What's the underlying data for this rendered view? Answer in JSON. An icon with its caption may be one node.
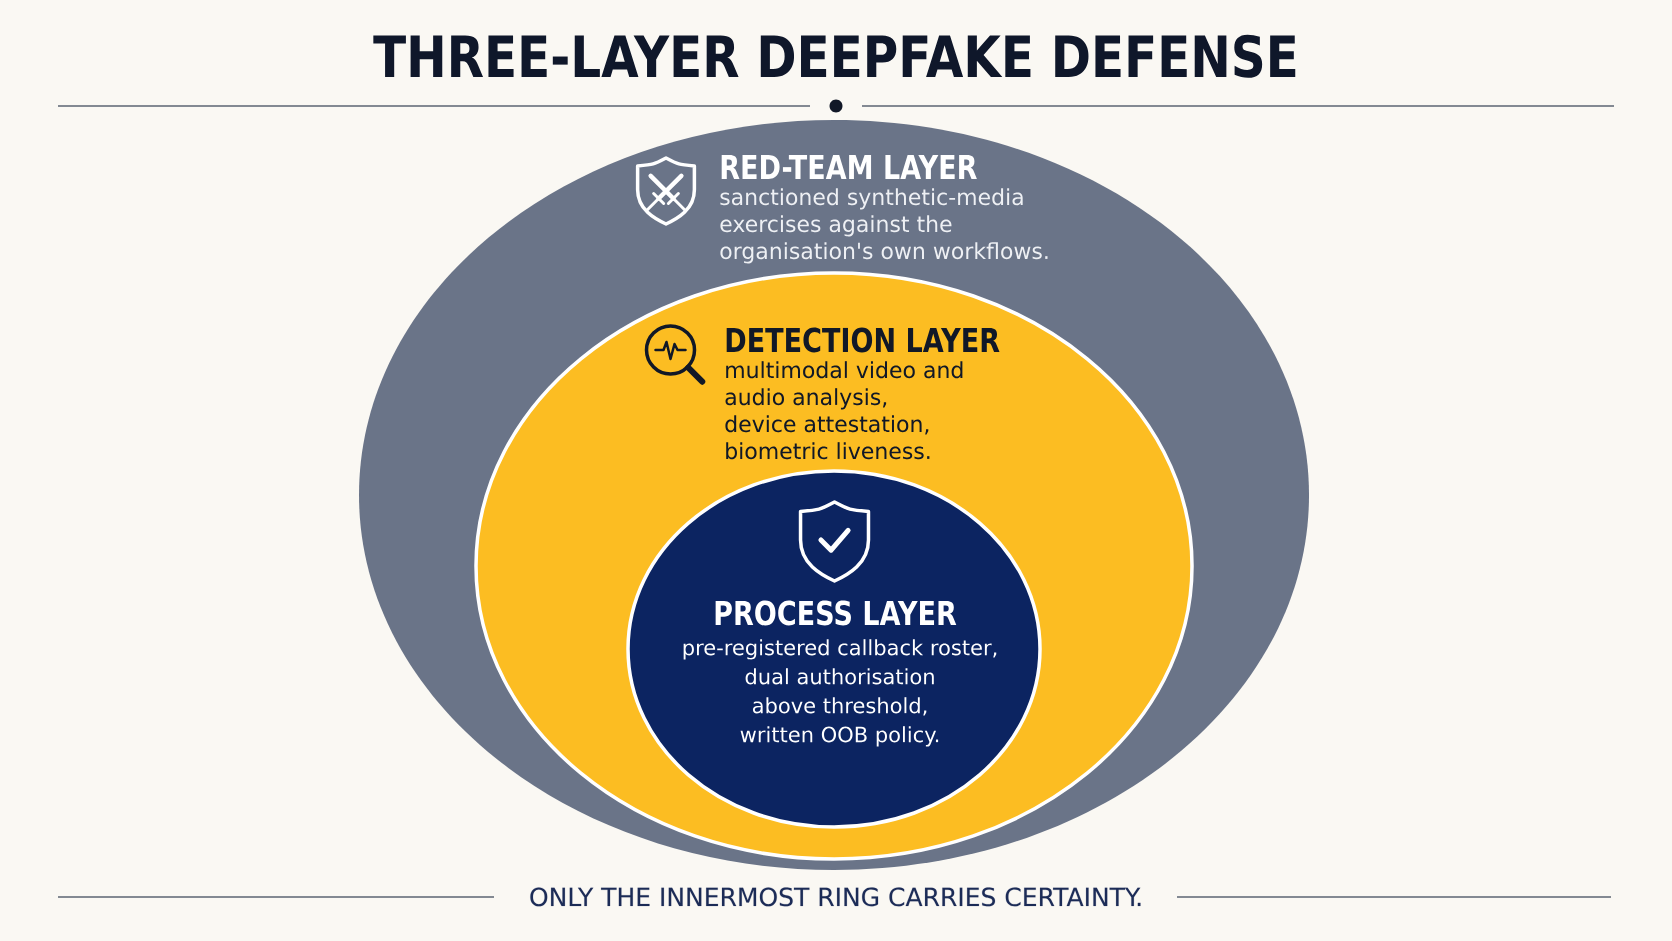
{
  "diagram": {
    "title": "THREE-LAYER DEEPFAKE DEFENSE",
    "caption": "ONLY THE INNERMOST RING CARRIES CERTAINTY.",
    "nodes": [
      {
        "text": [
          "RED-TEAM LAYER",
          "sanctioned synthetic-media exercises against the organisation's own workflows."
        ]
      },
      {
        "text": [
          "DETECTION LAYER",
          "multimodal video and audio analysis, device attestation, biometric liveness."
        ],
        "in": 0
      },
      {
        "text": [
          "PROCESS LAYER",
          "pre-registered callback roster, dual authorisation above threshold, written OOB policy."
        ],
        "in": 1
      }
    ]
  }
}
